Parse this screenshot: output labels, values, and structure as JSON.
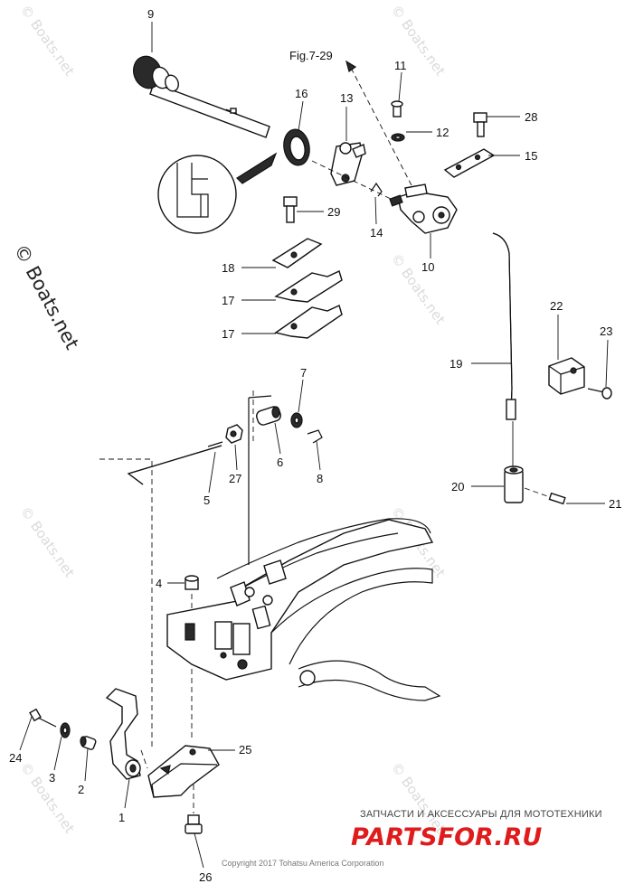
{
  "figure_reference": "Fig.7-29",
  "callouts": [
    {
      "id": "c1",
      "label": "1"
    },
    {
      "id": "c2",
      "label": "2"
    },
    {
      "id": "c3",
      "label": "3"
    },
    {
      "id": "c4",
      "label": "4"
    },
    {
      "id": "c5",
      "label": "5"
    },
    {
      "id": "c6",
      "label": "6"
    },
    {
      "id": "c7",
      "label": "7"
    },
    {
      "id": "c8",
      "label": "8"
    },
    {
      "id": "c9",
      "label": "9"
    },
    {
      "id": "c10",
      "label": "10"
    },
    {
      "id": "c11",
      "label": "11"
    },
    {
      "id": "c12",
      "label": "12"
    },
    {
      "id": "c13",
      "label": "13"
    },
    {
      "id": "c14",
      "label": "14"
    },
    {
      "id": "c15",
      "label": "15"
    },
    {
      "id": "c16",
      "label": "16"
    },
    {
      "id": "c17a",
      "label": "17"
    },
    {
      "id": "c17b",
      "label": "17"
    },
    {
      "id": "c18",
      "label": "18"
    },
    {
      "id": "c19",
      "label": "19"
    },
    {
      "id": "c20",
      "label": "20"
    },
    {
      "id": "c21",
      "label": "21"
    },
    {
      "id": "c22",
      "label": "22"
    },
    {
      "id": "c23",
      "label": "23"
    },
    {
      "id": "c24",
      "label": "24"
    },
    {
      "id": "c25",
      "label": "25"
    },
    {
      "id": "c26",
      "label": "26"
    },
    {
      "id": "c27",
      "label": "27"
    },
    {
      "id": "c28",
      "label": "28"
    },
    {
      "id": "c29",
      "label": "29"
    }
  ],
  "watermark": {
    "primary": "© Boats.net",
    "tiled": "© Boats.net"
  },
  "copyright": "Copyright 2017 Tohatsu America Corporation",
  "brand": {
    "tagline": "ЗАПЧАСТИ И АКСЕССУАРЫ ДЛЯ МОТОТЕХНИКИ",
    "name": "PARTSFOR.RU",
    "color": "#e01b1b"
  }
}
